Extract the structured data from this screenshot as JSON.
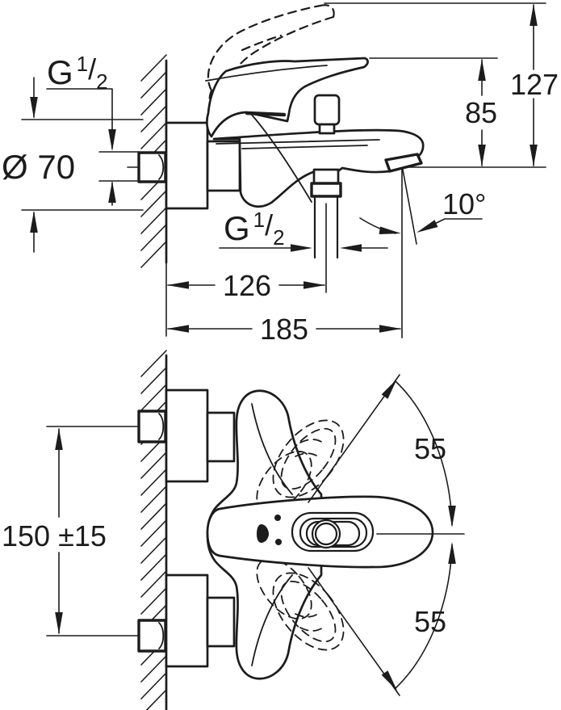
{
  "drawing": {
    "type": "technical-installation-drawing",
    "colors": {
      "line": "#1c1c1c",
      "background": "#ffffff"
    },
    "side_view": {
      "wall_thread": {
        "prefix": "G",
        "numerator": "1",
        "denominator": "2"
      },
      "escutcheon_diameter": "Ø 70",
      "height_handle_open": "127",
      "height_handle_closed": "85",
      "spout_angle": "10°",
      "outlet_thread": {
        "prefix": "G",
        "numerator": "1",
        "denominator": "2"
      },
      "wall_to_outlet": "126",
      "wall_to_spout_tip": "185"
    },
    "front_view": {
      "connection_spacing": "150 ±15",
      "handle_swing_upper": "55",
      "handle_swing_lower": "55"
    }
  }
}
